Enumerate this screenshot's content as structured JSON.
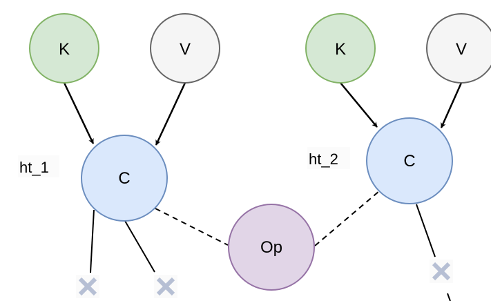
{
  "diagram": {
    "groups": [
      {
        "label": "ht_1",
        "key": {
          "label": "K",
          "fill": "#d5e8d4",
          "stroke": "#82b366"
        },
        "value": {
          "label": "V",
          "fill": "#f5f5f5",
          "stroke": "#666666"
        },
        "cell": {
          "label": "C",
          "fill": "#dae8fc",
          "stroke": "#6c8ebf"
        }
      },
      {
        "label": "ht_2",
        "key": {
          "label": "K",
          "fill": "#d5e8d4",
          "stroke": "#82b366"
        },
        "value": {
          "label": "V",
          "fill": "#f5f5f5",
          "stroke": "#666666"
        },
        "cell": {
          "label": "C",
          "fill": "#dae8fc",
          "stroke": "#6c8ebf"
        }
      }
    ],
    "op": {
      "label": "Op",
      "fill": "#e1d5e7",
      "stroke": "#9673a6"
    },
    "deleted_marker_icon": "x-icon",
    "deleted_marker_color": "#b6bfd4"
  }
}
